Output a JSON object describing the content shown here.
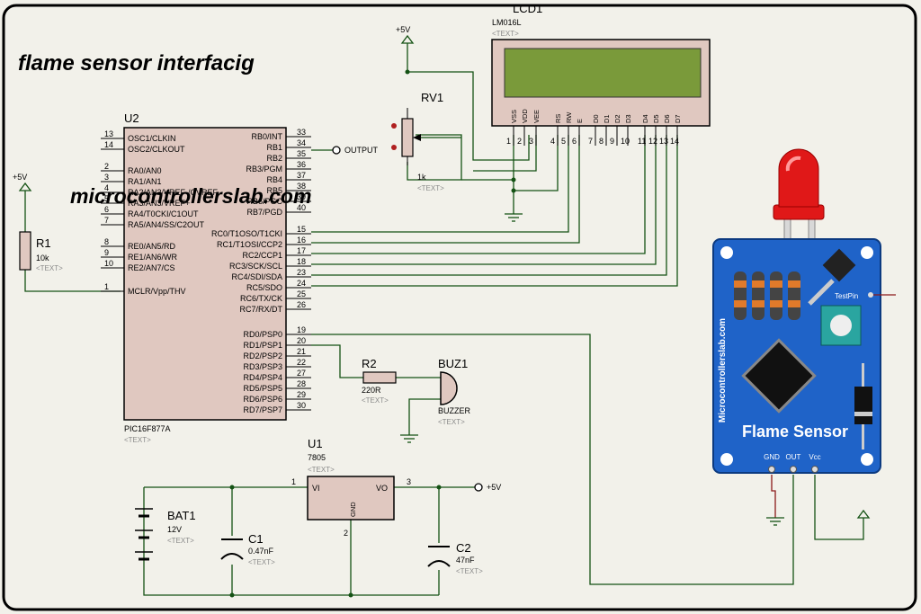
{
  "title": "flame sensor interfacig",
  "watermark": "microcontrollerslab.com",
  "power": {
    "vcc": "+5V"
  },
  "lcd": {
    "ref": "LCD1",
    "part": "LM016L",
    "text_tag": "<TEXT>",
    "pins": [
      {
        "name": "VSS",
        "num": "1"
      },
      {
        "name": "VDD",
        "num": "2"
      },
      {
        "name": "VEE",
        "num": "3"
      },
      {
        "name": "RS",
        "num": "4"
      },
      {
        "name": "RW",
        "num": "5"
      },
      {
        "name": "E",
        "num": "6"
      },
      {
        "name": "D0",
        "num": "7"
      },
      {
        "name": "D1",
        "num": "8"
      },
      {
        "name": "D2",
        "num": "9"
      },
      {
        "name": "D3",
        "num": "10"
      },
      {
        "name": "D4",
        "num": "11"
      },
      {
        "name": "D5",
        "num": "12"
      },
      {
        "name": "D6",
        "num": "13"
      },
      {
        "name": "D7",
        "num": "14"
      }
    ]
  },
  "rv1": {
    "ref": "RV1",
    "value": "1k",
    "text_tag": "<TEXT>"
  },
  "mcu": {
    "ref": "U2",
    "part": "PIC16F877A",
    "text_tag": "<TEXT>",
    "left_pins": [
      {
        "num": "13",
        "name": "OSC1/CLKIN"
      },
      {
        "num": "14",
        "name": "OSC2/CLKOUT"
      },
      {
        "num": "2",
        "name": "RA0/AN0"
      },
      {
        "num": "3",
        "name": "RA1/AN1"
      },
      {
        "num": "4",
        "name": "RA2/AN2/VREF-/CVREF"
      },
      {
        "num": "5",
        "name": "RA3/AN3/VREF+"
      },
      {
        "num": "6",
        "name": "RA4/T0CKI/C1OUT"
      },
      {
        "num": "7",
        "name": "RA5/AN4/SS/C2OUT"
      },
      {
        "num": "8",
        "name": "RE0/AN5/RD"
      },
      {
        "num": "9",
        "name": "RE1/AN6/WR"
      },
      {
        "num": "10",
        "name": "RE2/AN7/CS"
      },
      {
        "num": "1",
        "name": "MCLR/Vpp/THV"
      }
    ],
    "right_pins": [
      {
        "num": "33",
        "name": "RB0/INT"
      },
      {
        "num": "34",
        "name": "RB1"
      },
      {
        "num": "35",
        "name": "RB2"
      },
      {
        "num": "36",
        "name": "RB3/PGM"
      },
      {
        "num": "37",
        "name": "RB4"
      },
      {
        "num": "38",
        "name": "RB5"
      },
      {
        "num": "39",
        "name": "RB6/PGC"
      },
      {
        "num": "40",
        "name": "RB7/PGD"
      },
      {
        "num": "15",
        "name": "RC0/T1OSO/T1CKI"
      },
      {
        "num": "16",
        "name": "RC1/T1OSI/CCP2"
      },
      {
        "num": "17",
        "name": "RC2/CCP1"
      },
      {
        "num": "18",
        "name": "RC3/SCK/SCL"
      },
      {
        "num": "23",
        "name": "RC4/SDI/SDA"
      },
      {
        "num": "24",
        "name": "RC5/SDO"
      },
      {
        "num": "25",
        "name": "RC6/TX/CK"
      },
      {
        "num": "26",
        "name": "RC7/RX/DT"
      },
      {
        "num": "19",
        "name": "RD0/PSP0"
      },
      {
        "num": "20",
        "name": "RD1/PSP1"
      },
      {
        "num": "21",
        "name": "RD2/PSP2"
      },
      {
        "num": "22",
        "name": "RD3/PSP3"
      },
      {
        "num": "27",
        "name": "RD4/PSP4"
      },
      {
        "num": "28",
        "name": "RD5/PSP5"
      },
      {
        "num": "29",
        "name": "RD6/PSP6"
      },
      {
        "num": "30",
        "name": "RD7/PSP7"
      }
    ]
  },
  "output_label": "OUTPUT",
  "r1": {
    "ref": "R1",
    "value": "10k",
    "text_tag": "<TEXT>"
  },
  "r2": {
    "ref": "R2",
    "value": "220R",
    "text_tag": "<TEXT>"
  },
  "buzzer": {
    "ref": "BUZ1",
    "part": "BUZZER",
    "text_tag": "<TEXT>"
  },
  "u1": {
    "ref": "U1",
    "part": "7805",
    "text_tag": "<TEXT>",
    "vi": "VI",
    "vo": "VO",
    "gnd": "GND",
    "pin_in": "1",
    "pin_gnd": "2",
    "pin_out": "3"
  },
  "bat1": {
    "ref": "BAT1",
    "value": "12V",
    "text_tag": "<TEXT>"
  },
  "c1": {
    "ref": "C1",
    "value": "0.47nF",
    "text_tag": "<TEXT>"
  },
  "c2": {
    "ref": "C2",
    "value": "47nF",
    "text_tag": "<TEXT>"
  },
  "flame_module": {
    "title": "Flame Sensor",
    "brand": "Microcontrollerslab.com",
    "test_pin": "TestPin",
    "pins": [
      "GND",
      "OUT",
      "Vcc"
    ],
    "board_color": "#1f63c8",
    "led_color": "#e01818"
  }
}
